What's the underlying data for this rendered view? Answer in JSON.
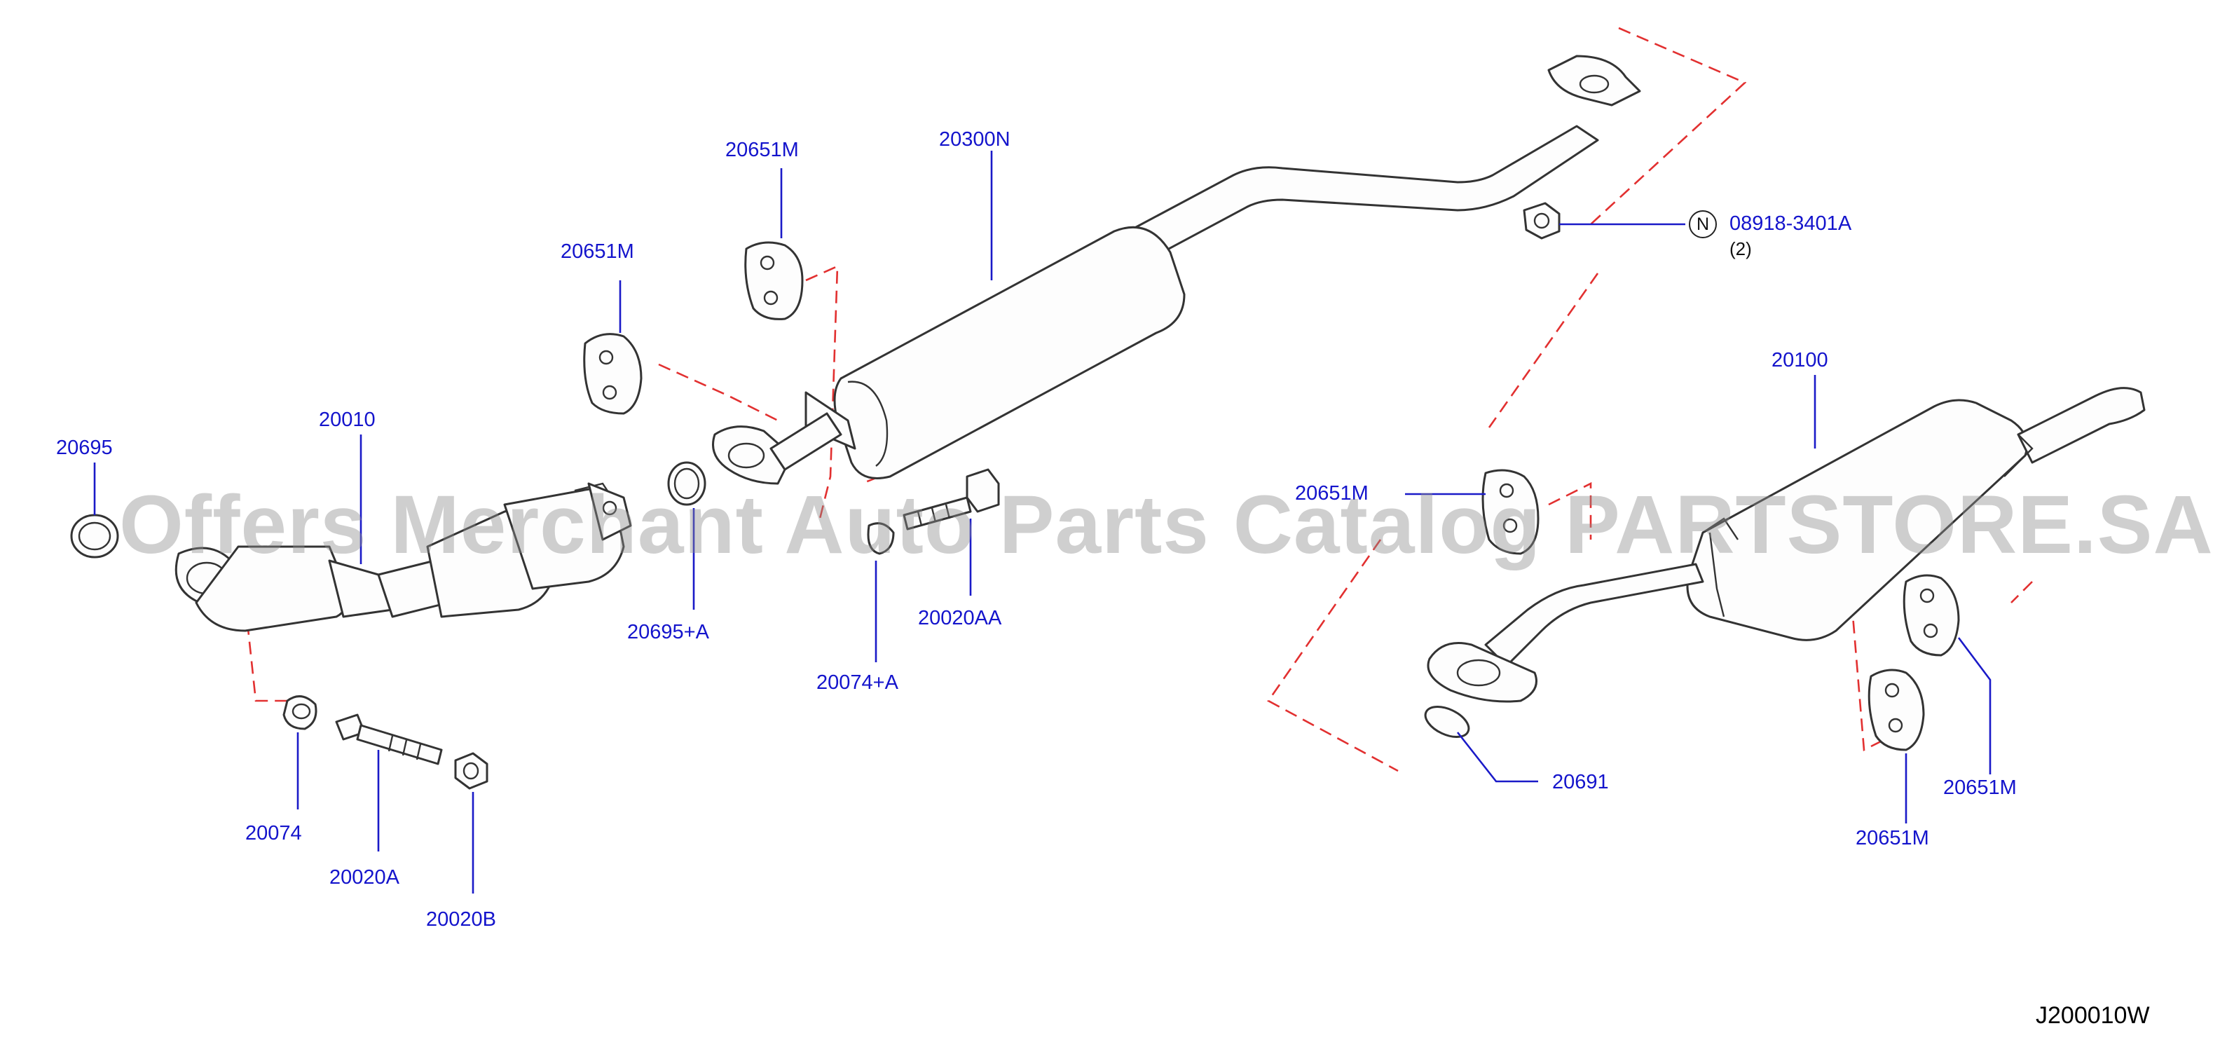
{
  "diagram_code": "J200010W",
  "watermark": "Offers Merchant Auto Parts Catalog PARTSTORE.SA",
  "colors": {
    "label": "#1414cc",
    "assembly_line": "#e23030",
    "part_outline": "#333333"
  },
  "callouts": {
    "p20695": "20695",
    "p20010": "20010",
    "p20651m_a": "20651M",
    "p20651m_b": "20651M",
    "p20300n": "20300N",
    "p20695a": "20695+A",
    "p20074a": "20074+A",
    "p20020aa": "20020AA",
    "p20074": "20074",
    "p20020a": "20020A",
    "p20020b": "20020B",
    "p08918": "08918-3401A",
    "p08918_qty": "(2)",
    "p08918_symbol": "N",
    "p20100": "20100",
    "p20651m_c": "20651M",
    "p20691": "20691",
    "p20651m_d": "20651M",
    "p20651m_e": "20651M"
  }
}
